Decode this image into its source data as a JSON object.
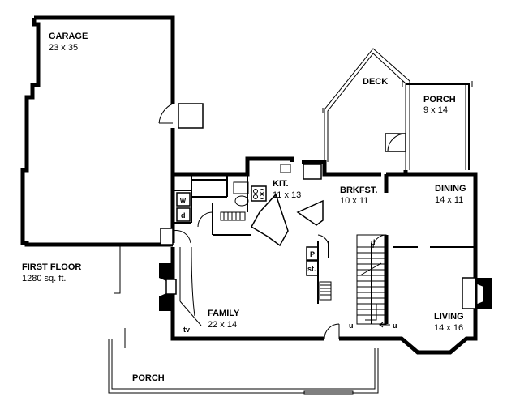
{
  "rooms": {
    "garage": {
      "name": "GARAGE",
      "size": "23 x 35"
    },
    "deck": {
      "name": "DECK"
    },
    "porch_top": {
      "name": "PORCH",
      "size": "9 x 14"
    },
    "kitchen": {
      "name": "KIT.",
      "size": "11 x 13"
    },
    "breakfast": {
      "name": "BRKFST.",
      "size": "10 x 11"
    },
    "dining": {
      "name": "DINING",
      "size": "14 x 11"
    },
    "family": {
      "name": "FAMILY",
      "size": "22 x 14"
    },
    "living": {
      "name": "LIVING",
      "size": "14 x 16"
    },
    "porch_bottom": {
      "name": "PORCH"
    }
  },
  "floor_info": {
    "title": "FIRST FLOOR",
    "area": "1280 sq. ft."
  },
  "fixtures": {
    "washer": "w",
    "dryer": "d",
    "stair_down": "d",
    "pantry": "P",
    "storage": "st.",
    "tv": "tv",
    "stair_up_left": "u",
    "stair_up_right": "u"
  }
}
